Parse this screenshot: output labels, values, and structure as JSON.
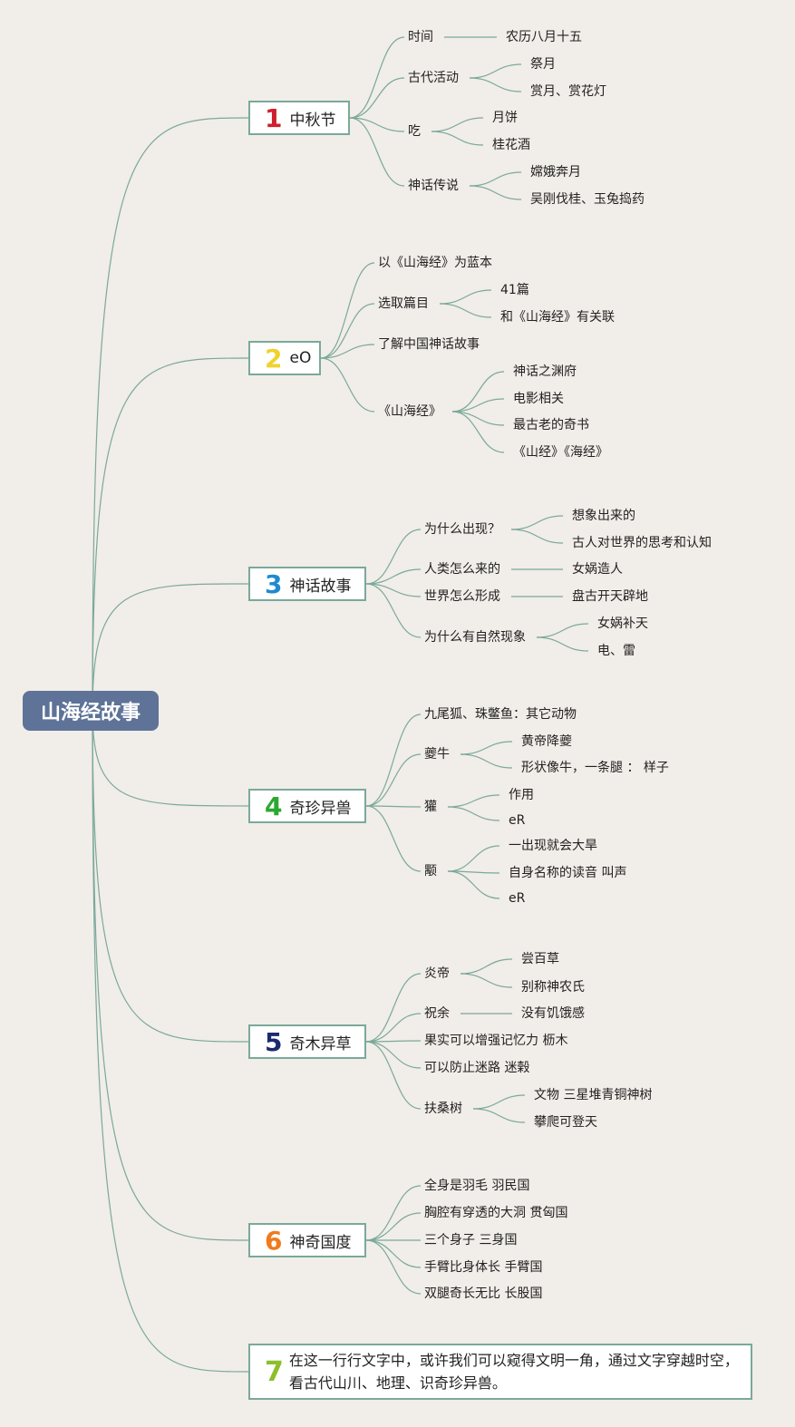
{
  "root": "山海经故事",
  "branches": [
    {
      "num": "1",
      "label": "中秋节",
      "color": "#d01e2d",
      "children": [
        {
          "label": "时间",
          "children": [
            "农历八月十五"
          ]
        },
        {
          "label": "古代活动",
          "children": [
            "祭月",
            "赏月、赏花灯"
          ]
        },
        {
          "label": "吃",
          "children": [
            "月饼",
            "桂花酒"
          ]
        },
        {
          "label": "神话传说",
          "children": [
            "嫦娥奔月",
            "吴刚伐桂、玉兔捣药"
          ]
        }
      ]
    },
    {
      "num": "2",
      "label": "eO",
      "color": "#f0d22a",
      "children": [
        {
          "label": "以《山海经》为蓝本",
          "children": []
        },
        {
          "label": "选取篇目",
          "children": [
            "41篇",
            "和《山海经》有关联"
          ]
        },
        {
          "label": "了解中国神话故事",
          "children": []
        },
        {
          "label": "《山海经》",
          "children": [
            "神话之渊府",
            "电影相关",
            "最古老的奇书",
            "《山经》《海经》"
          ]
        }
      ]
    },
    {
      "num": "3",
      "label": "神话故事",
      "color": "#1e8bd0",
      "children": [
        {
          "label": "为什么出现？",
          "children": [
            "想象出来的",
            "古人对世界的思考和认知"
          ]
        },
        {
          "label": "人类怎么来的",
          "children": [
            "女娲造人"
          ]
        },
        {
          "label": "世界怎么形成",
          "children": [
            "盘古开天辟地"
          ]
        },
        {
          "label": "为什么有自然现象",
          "children": [
            "女娲补天",
            "电、雷"
          ]
        }
      ]
    },
    {
      "num": "4",
      "label": "奇珍异兽",
      "color": "#2aa830",
      "children": [
        {
          "label": "九尾狐、珠鳖鱼：其它动物",
          "children": []
        },
        {
          "label": "夔牛",
          "children": [
            "黄帝降夔",
            "形状像牛，一条腿 ： 样子"
          ]
        },
        {
          "label": "獾",
          "children": [
            "作用",
            "eR"
          ]
        },
        {
          "label": "颙",
          "children": [
            "一出现就会大旱",
            "自身名称的读音 叫声",
            "eR"
          ]
        }
      ]
    },
    {
      "num": "5",
      "label": "奇木异草",
      "color": "#1c2a6e",
      "children": [
        {
          "label": "炎帝",
          "children": [
            "尝百草",
            "别称神农氏"
          ]
        },
        {
          "label": "祝余",
          "children": [
            "没有饥饿感"
          ]
        },
        {
          "label": "果实可以增强记忆力 枥木",
          "children": []
        },
        {
          "label": "可以防止迷路 迷榖",
          "children": []
        },
        {
          "label": "扶桑树",
          "children": [
            "文物 三星堆青铜神树",
            "攀爬可登天"
          ]
        }
      ]
    },
    {
      "num": "6",
      "label": "神奇国度",
      "color": "#f07a1c",
      "children": [
        {
          "label": "全身是羽毛 羽民国",
          "children": []
        },
        {
          "label": "胸腔有穿透的大洞 贯匈国",
          "children": []
        },
        {
          "label": "三个身子 三身国",
          "children": []
        },
        {
          "label": "手臂比身体长 手臂国",
          "children": []
        },
        {
          "label": "双腿奇长无比 长股国",
          "children": []
        }
      ]
    }
  ],
  "branch7": {
    "num": "7",
    "text": "在这一行行文字中，或许我们可以窥得文明一角，通过文字穿越时空，看古代山川、地理、识奇珍异兽。"
  },
  "colors": {
    "line": "#7aa99a",
    "root_bg": "#5e7397",
    "background": "#f1ede8",
    "branch7_num": "#8cbf2a"
  }
}
